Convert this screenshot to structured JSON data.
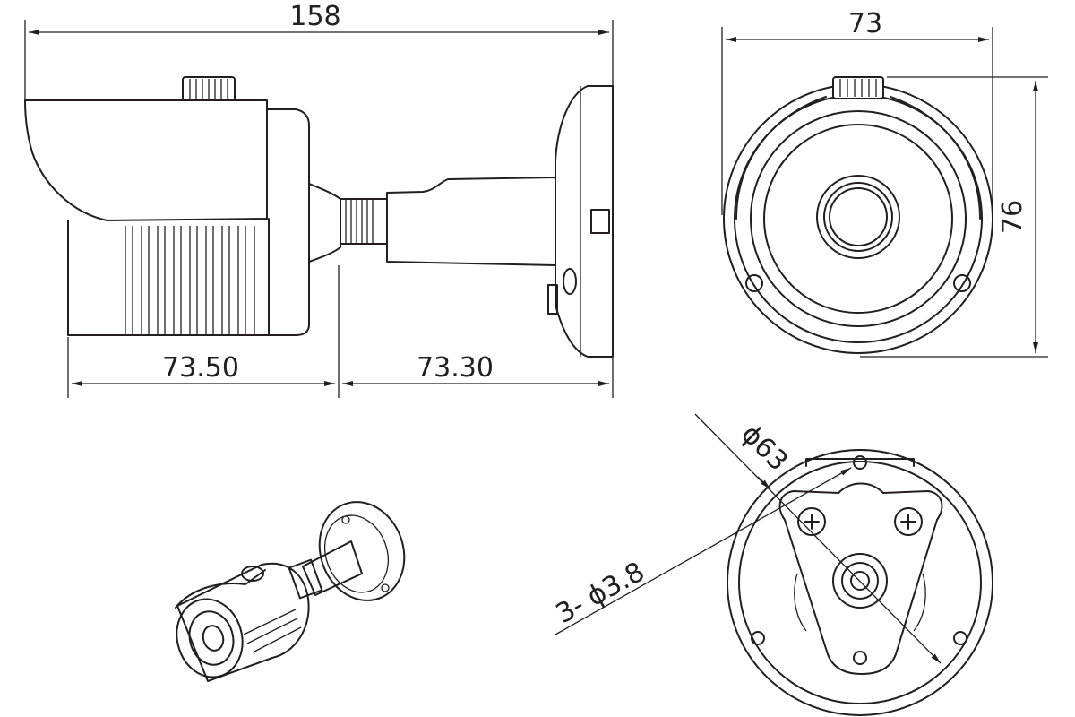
{
  "dimensions": {
    "overall_length": "158",
    "housing_length": "73.50",
    "bracket_length": "73.30",
    "front_width": "73",
    "front_height": "76",
    "base_diameter": "ϕ63",
    "hole_spec": "3- ϕ3.8"
  },
  "views": [
    "side-view",
    "front-view",
    "isometric-view",
    "base-view"
  ]
}
